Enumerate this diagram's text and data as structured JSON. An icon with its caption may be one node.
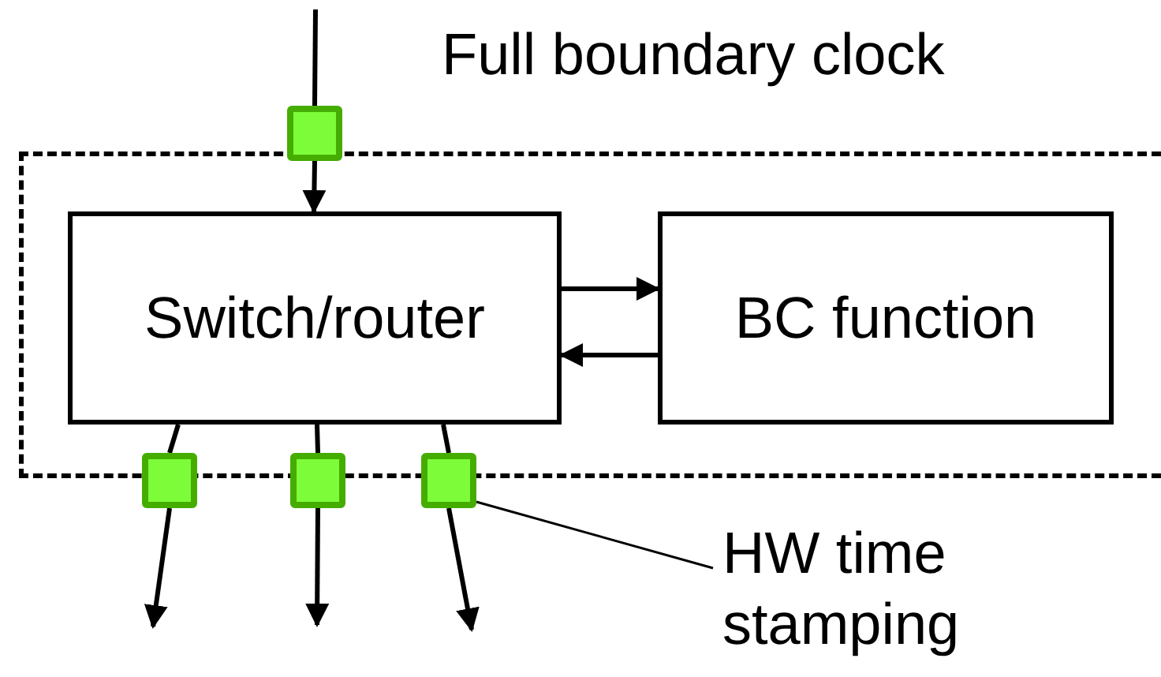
{
  "diagram": {
    "nodes": [
      {
        "text": [
          "Full boundary clock"
        ]
      },
      {
        "text": [
          "Switch/router"
        ],
        "in": 0
      },
      {
        "text": [
          "BC function"
        ],
        "in": 0
      },
      {
        "text": [],
        "shape": "box"
      },
      {
        "text": [],
        "shape": "box"
      },
      {
        "text": [],
        "shape": "box"
      },
      {
        "text": [],
        "shape": "box"
      },
      {
        "text": [
          "HW time stamping"
        ]
      }
    ],
    "edges": [
      {
        "from": null,
        "to": 3,
        "arrow": "none"
      },
      {
        "from": 3,
        "to": 1,
        "arrow": "to"
      },
      {
        "from": 1,
        "to": 2,
        "arrow": "to"
      },
      {
        "from": 2,
        "to": 1,
        "arrow": "to"
      },
      {
        "from": 1,
        "to": 4,
        "arrow": "none"
      },
      {
        "from": 1,
        "to": 5,
        "arrow": "none"
      },
      {
        "from": 1,
        "to": 6,
        "arrow": "none"
      },
      {
        "from": 4,
        "to": null,
        "arrow": "to"
      },
      {
        "from": 5,
        "to": null,
        "arrow": "to"
      },
      {
        "from": 6,
        "to": null,
        "arrow": "to"
      },
      {
        "from": 7,
        "to": 6,
        "arrow": "none"
      }
    ]
  }
}
